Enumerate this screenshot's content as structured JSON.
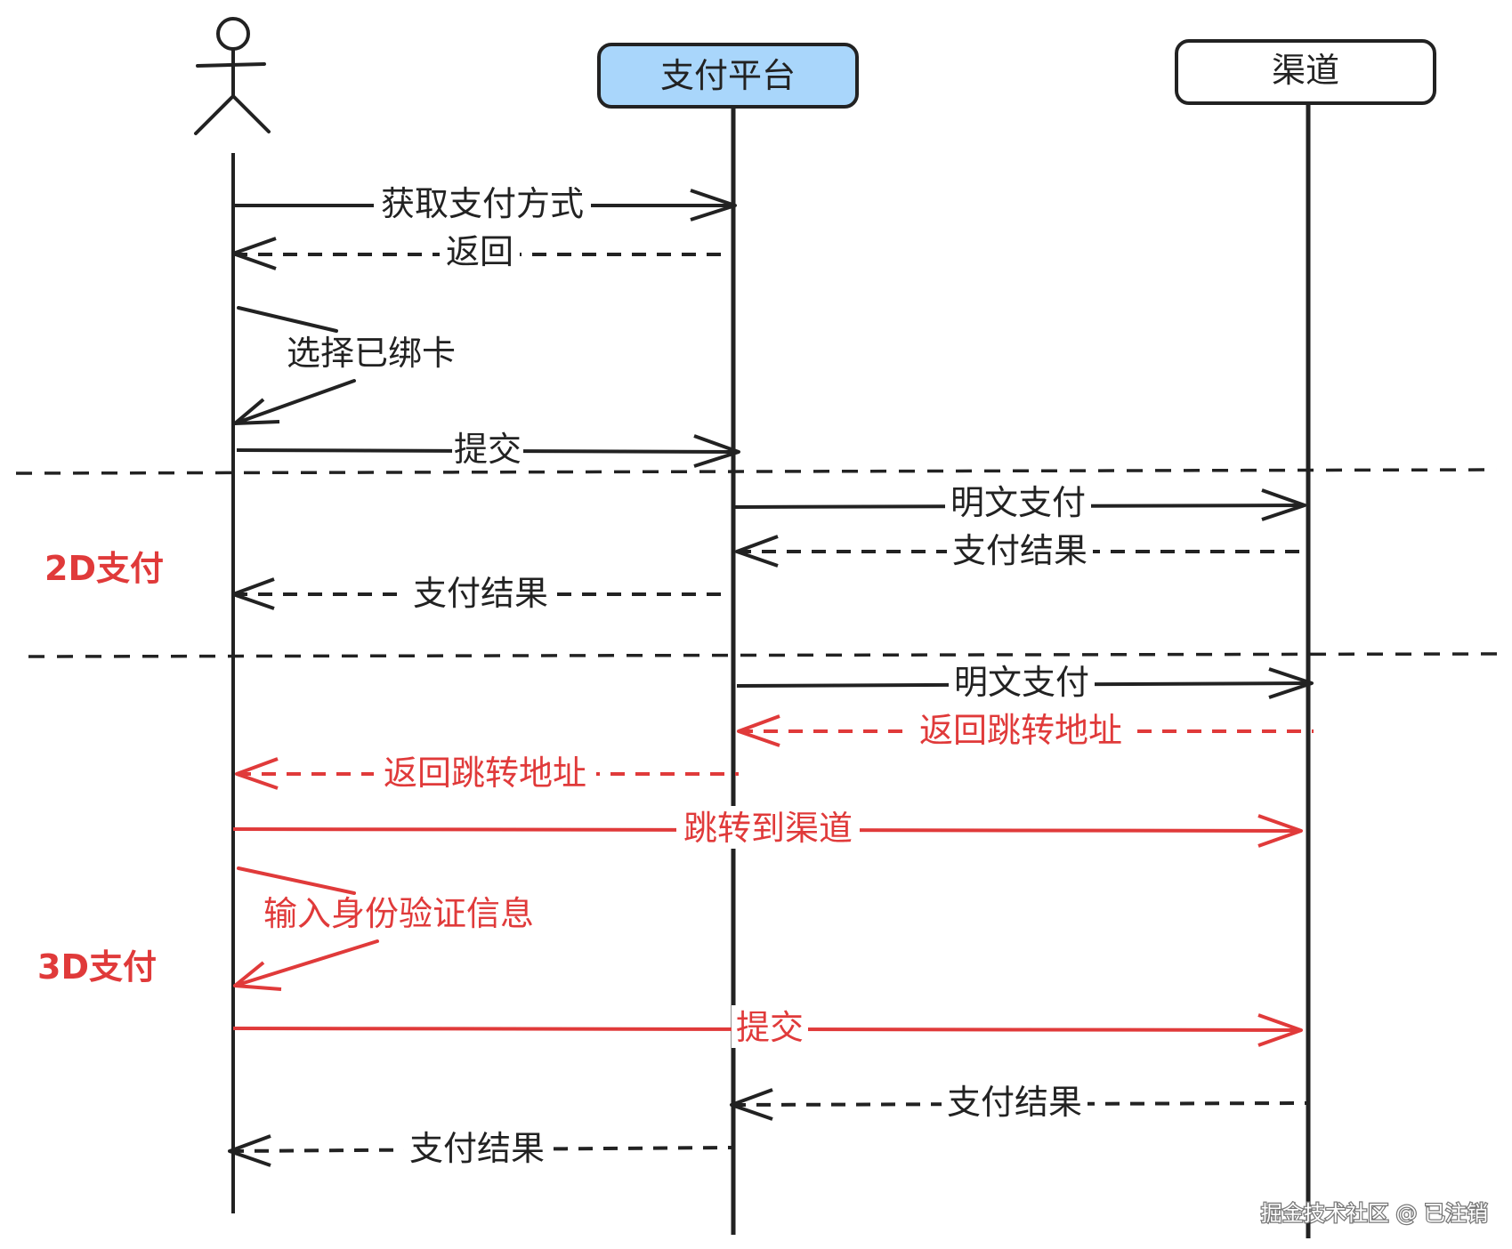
{
  "colors": {
    "ink": "#222222",
    "red": "#e03a3a",
    "platform_fill": "#a9d6fb",
    "channel_fill": "#ffffff"
  },
  "participants": [
    {
      "id": "user",
      "type": "actor",
      "label": ""
    },
    {
      "id": "platform",
      "type": "box",
      "label": "支付平台",
      "fill": "#a9d6fb"
    },
    {
      "id": "channel",
      "type": "box",
      "label": "渠道",
      "fill": "#ffffff"
    }
  ],
  "sections": [
    {
      "label": "2D支付"
    },
    {
      "label": "3D支付"
    }
  ],
  "messages": [
    {
      "from": "user",
      "to": "platform",
      "label": "获取支付方式",
      "style": "solid",
      "color": "ink"
    },
    {
      "from": "platform",
      "to": "user",
      "label": "返回",
      "style": "dashed",
      "color": "ink"
    },
    {
      "from": "user",
      "to": "user",
      "label": "选择已绑卡",
      "style": "self",
      "color": "ink"
    },
    {
      "from": "user",
      "to": "platform",
      "label": "提交",
      "style": "solid",
      "color": "ink"
    },
    {
      "from": "platform",
      "to": "channel",
      "label": "明文支付",
      "style": "solid",
      "color": "ink"
    },
    {
      "from": "channel",
      "to": "platform",
      "label": "支付结果",
      "style": "dashed",
      "color": "ink"
    },
    {
      "from": "platform",
      "to": "user",
      "label": "支付结果",
      "style": "dashed",
      "color": "ink"
    },
    {
      "from": "platform",
      "to": "channel",
      "label": "明文支付",
      "style": "solid",
      "color": "ink"
    },
    {
      "from": "channel",
      "to": "platform",
      "label": "返回跳转地址",
      "style": "dashed",
      "color": "red"
    },
    {
      "from": "platform",
      "to": "user",
      "label": "返回跳转地址",
      "style": "dashed",
      "color": "red"
    },
    {
      "from": "user",
      "to": "channel",
      "label": "跳转到渠道",
      "style": "solid",
      "color": "red"
    },
    {
      "from": "user",
      "to": "user",
      "label": "输入身份验证信息",
      "style": "self",
      "color": "red"
    },
    {
      "from": "user",
      "to": "channel",
      "label": "提交",
      "style": "solid",
      "color": "red"
    },
    {
      "from": "channel",
      "to": "platform",
      "label": "支付结果",
      "style": "dashed",
      "color": "ink"
    },
    {
      "from": "platform",
      "to": "user",
      "label": "支付结果",
      "style": "dashed",
      "color": "ink"
    }
  ],
  "watermark": "掘金技术社区 @ 已注销"
}
